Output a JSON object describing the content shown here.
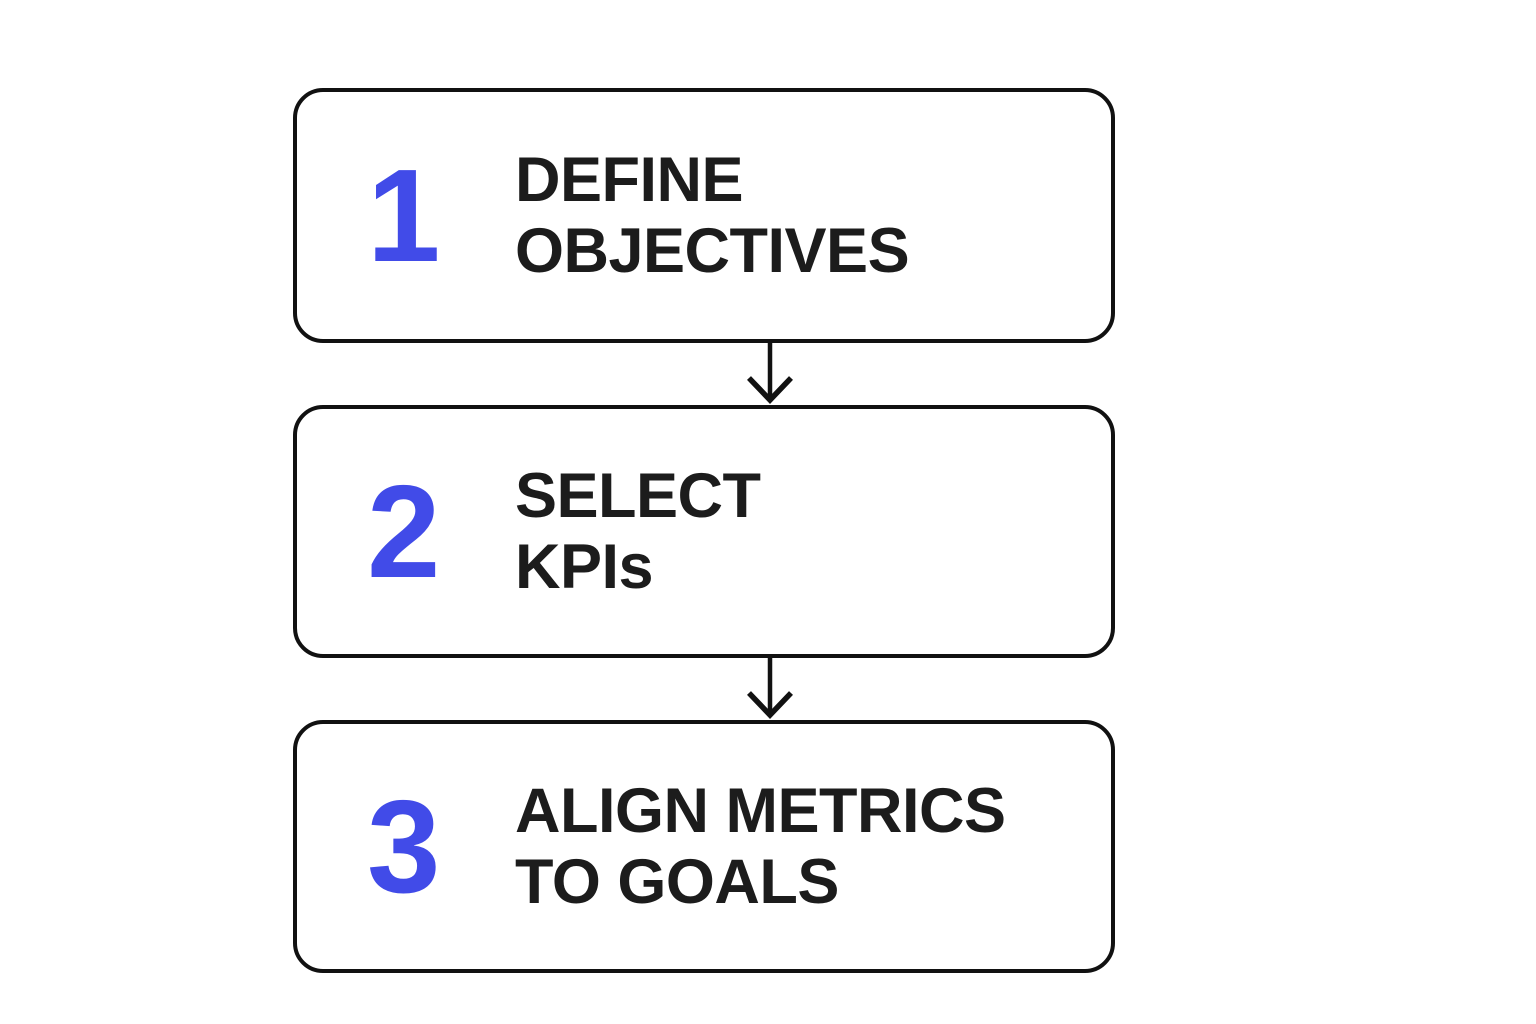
{
  "theme": {
    "background": "#ffffff",
    "accent": "#414BE8",
    "text": "#1c1c1c",
    "line": "#111111"
  },
  "diagram": {
    "type": "flowchart",
    "direction": "top-to-bottom",
    "connector": "down-arrow",
    "steps": [
      {
        "number": "1",
        "lines": [
          "DEFINE",
          "OBJECTIVES"
        ],
        "title": "DEFINE OBJECTIVES"
      },
      {
        "number": "2",
        "lines": [
          "SELECT",
          "KPIs"
        ],
        "title": "SELECT KPIs"
      },
      {
        "number": "3",
        "lines": [
          "ALIGN METRICS",
          "TO GOALS"
        ],
        "title": "ALIGN METRICS TO GOALS"
      }
    ]
  }
}
